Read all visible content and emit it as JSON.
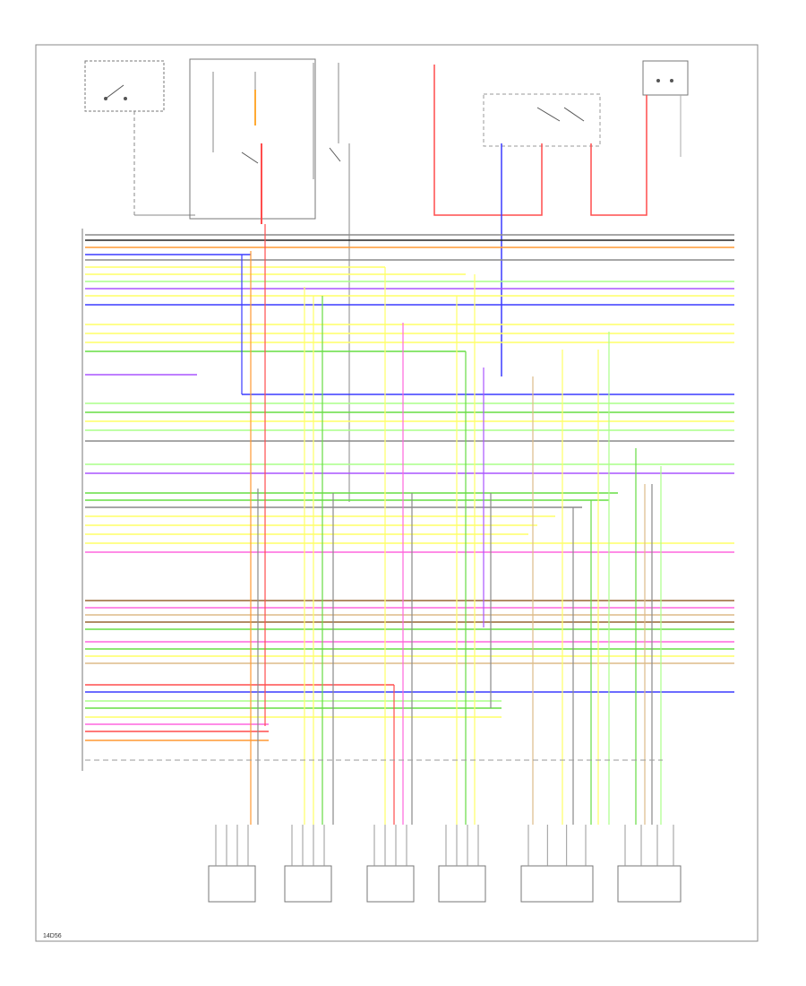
{
  "diagram": {
    "footer_code": "14D56",
    "components": [
      {
        "id": "top-left-switch",
        "name": "",
        "desc": ""
      },
      {
        "id": "hot-fuse-block",
        "name": "",
        "desc": ""
      },
      {
        "id": "top-right-box",
        "name": "",
        "desc": ""
      },
      {
        "id": "module-left",
        "name": "",
        "desc": ""
      }
    ],
    "sensors": [
      {
        "name": ""
      },
      {
        "name": ""
      },
      {
        "name": ""
      },
      {
        "name": ""
      },
      {
        "name": ""
      },
      {
        "name": ""
      }
    ],
    "wire_colors": {
      "gray": "#8a8a8a",
      "black": "#222222",
      "blue": "#3b3bff",
      "orange": "#ff9933",
      "yellow": "#ffff66",
      "green": "#66dd44",
      "red": "#ff4d4d",
      "violet": "#aa55ff",
      "pink": "#ff66dd",
      "brown": "#996633",
      "lightgreen": "#aaff88",
      "tan": "#ddbb88"
    }
  }
}
